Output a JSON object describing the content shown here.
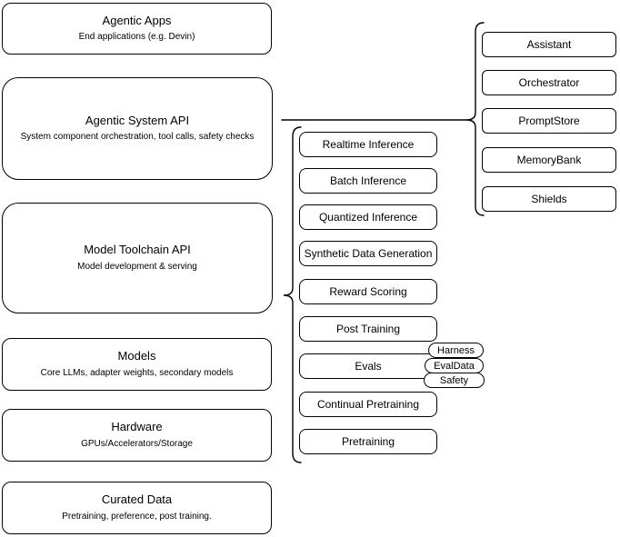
{
  "diagram": {
    "left_column": [
      {
        "title": "Agentic Apps",
        "subtitle": "End applications (e.g. Devin)"
      },
      {
        "title": "Agentic System API",
        "subtitle": "System component orchestration, tool calls, safety checks"
      },
      {
        "title": "Model Toolchain API",
        "subtitle": "Model development & serving"
      },
      {
        "title": "Models",
        "subtitle": "Core LLMs, adapter weights, secondary models"
      },
      {
        "title": "Hardware",
        "subtitle": "GPUs/Accelerators/Storage"
      },
      {
        "title": "Curated Data",
        "subtitle": "Pretraining, preference, post training."
      }
    ],
    "toolchain_items": [
      {
        "label": "Realtime Inference"
      },
      {
        "label": "Batch Inference"
      },
      {
        "label": "Quantized Inference"
      },
      {
        "label": "Synthetic Data Generation"
      },
      {
        "label": "Reward Scoring"
      },
      {
        "label": "Post Training"
      },
      {
        "label": "Evals"
      },
      {
        "label": "Continual Pretraining"
      },
      {
        "label": "Pretraining"
      }
    ],
    "eval_tags": [
      {
        "label": "Harness"
      },
      {
        "label": "EvalData"
      },
      {
        "label": "Safety"
      }
    ],
    "system_components": [
      {
        "label": "Assistant"
      },
      {
        "label": "Orchestrator"
      },
      {
        "label": "PromptStore"
      },
      {
        "label": "MemoryBank"
      },
      {
        "label": "Shields"
      }
    ],
    "colors": {
      "stroke": "#000000",
      "background": "#ffffff"
    }
  }
}
